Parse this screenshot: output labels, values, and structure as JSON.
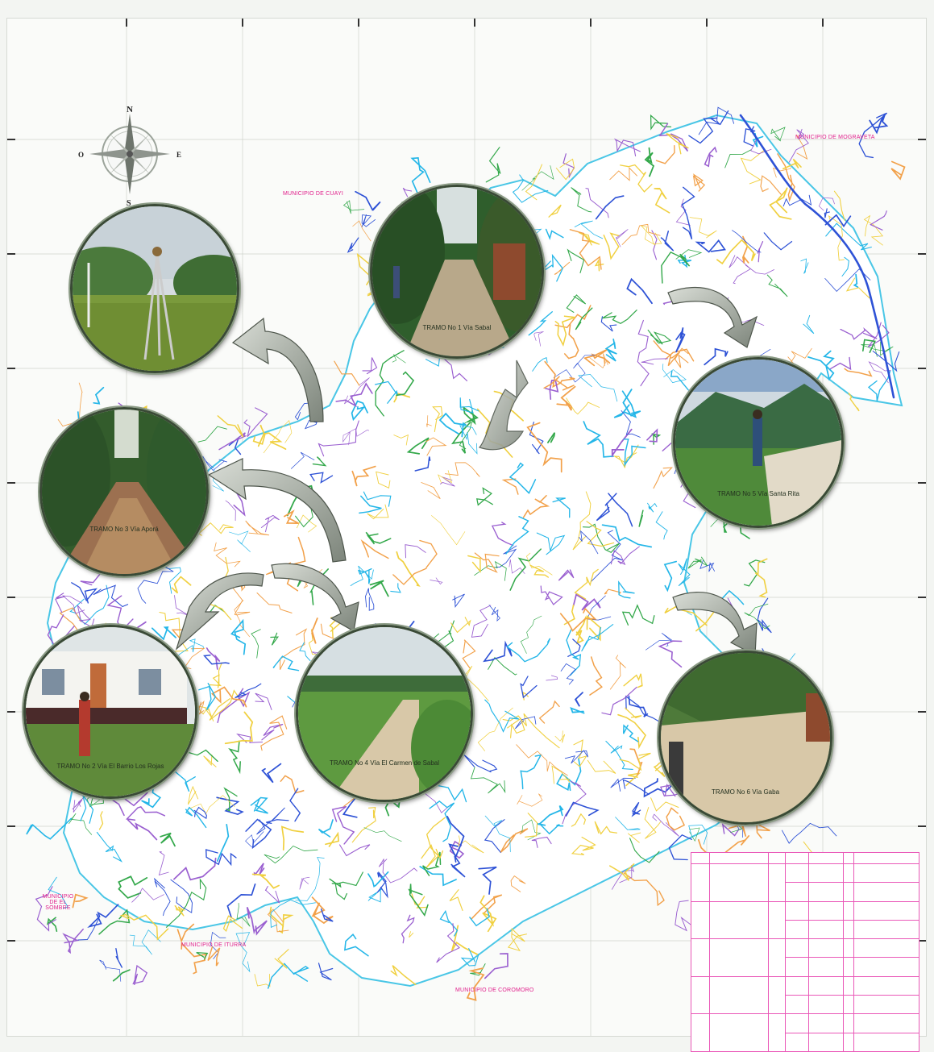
{
  "compass": {
    "north": "N",
    "south": "S",
    "east": "E",
    "west": "O"
  },
  "municipality_labels": [
    {
      "id": "north-center",
      "text": "MUNICIPIO DE CUAYI"
    },
    {
      "id": "north-east",
      "text": "MUNICIPIO DE MOGRAVETA"
    },
    {
      "id": "south-west",
      "text": "MUNICIPIO DE EL SOMBRE"
    },
    {
      "id": "south-center",
      "text": "MUNICIPIO DE ITURRA"
    },
    {
      "id": "south-east",
      "text": "MUNICIPIO DE COROMORO"
    }
  ],
  "photos": [
    {
      "id": "photo-1",
      "caption": ""
    },
    {
      "id": "photo-2",
      "caption": "TRAMO No 1 Vía Sabal"
    },
    {
      "id": "photo-3",
      "caption": "TRAMO No 3 Vía Aporá"
    },
    {
      "id": "photo-4",
      "caption": "TRAMO No 5 Vía Santa Rita"
    },
    {
      "id": "photo-5",
      "caption": "TRAMO No 2 Vía El Barrio Los Rojas"
    },
    {
      "id": "photo-6",
      "caption": "TRAMO No 4 Vía El Carmen de Sabal"
    },
    {
      "id": "photo-7",
      "caption": "TRAMO No 6 Vía Gaba"
    }
  ],
  "colors": {
    "river_blue": "#2e52d6",
    "stream_cyan": "#24b6e8",
    "contour_orange": "#f2a14a",
    "vegetation_green": "#33a84a",
    "label_magenta": "#e0208c",
    "boundary_cyan": "#49c6e6"
  }
}
